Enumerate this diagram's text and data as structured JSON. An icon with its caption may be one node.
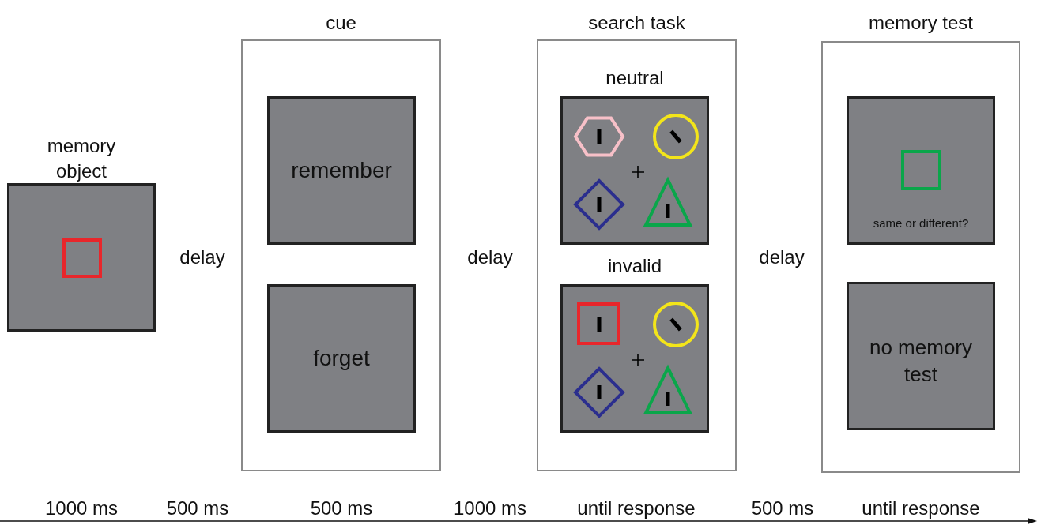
{
  "diagram": {
    "nodes": [
      {
        "text": [
          "memory object"
        ]
      },
      {
        "text": [
          "cue"
        ]
      },
      {
        "text": [
          "remember"
        ],
        "in": 1
      },
      {
        "text": [
          "forget"
        ],
        "in": 1
      },
      {
        "text": [
          "search task"
        ]
      },
      {
        "text": [
          "neutral"
        ],
        "in": 4
      },
      {
        "text": [
          "invalid"
        ],
        "in": 4
      },
      {
        "text": [
          "memory test"
        ]
      },
      {
        "text": [
          "same or different?"
        ],
        "in": 7
      },
      {
        "text": [
          "no memory test"
        ],
        "in": 7
      }
    ],
    "labels": [
      "delay",
      "delay",
      "delay",
      "1000 ms",
      "500 ms",
      "500 ms",
      "1000 ms",
      "until response",
      "500 ms",
      "until response"
    ]
  }
}
